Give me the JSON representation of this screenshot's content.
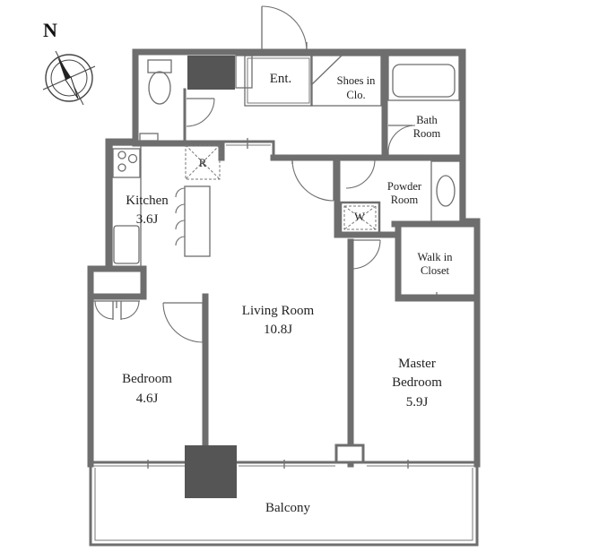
{
  "compass": {
    "north_label": "N"
  },
  "rooms": {
    "entrance": {
      "name": "Ent."
    },
    "shoes_closet": {
      "line1": "Shoes in",
      "line2": "Clo."
    },
    "bath_room": {
      "line1": "Bath",
      "line2": "Room"
    },
    "powder_room": {
      "line1": "Powder",
      "line2": "Room"
    },
    "kitchen": {
      "name": "Kitchen",
      "size": "3.6J"
    },
    "walk_in_closet": {
      "line1": "Walk in",
      "line2": "Closet"
    },
    "living_room": {
      "name": "Living Room",
      "size": "10.8J"
    },
    "bedroom": {
      "name": "Bedroom",
      "size": "4.6J"
    },
    "master_bedroom": {
      "line1": "Master",
      "line2": "Bedroom",
      "size": "5.9J"
    },
    "balcony": {
      "name": "Balcony"
    }
  },
  "symbols": {
    "refrigerator": "R",
    "washer": "W"
  },
  "colors": {
    "wall": "#6e6e6e",
    "solid": "#555555"
  }
}
